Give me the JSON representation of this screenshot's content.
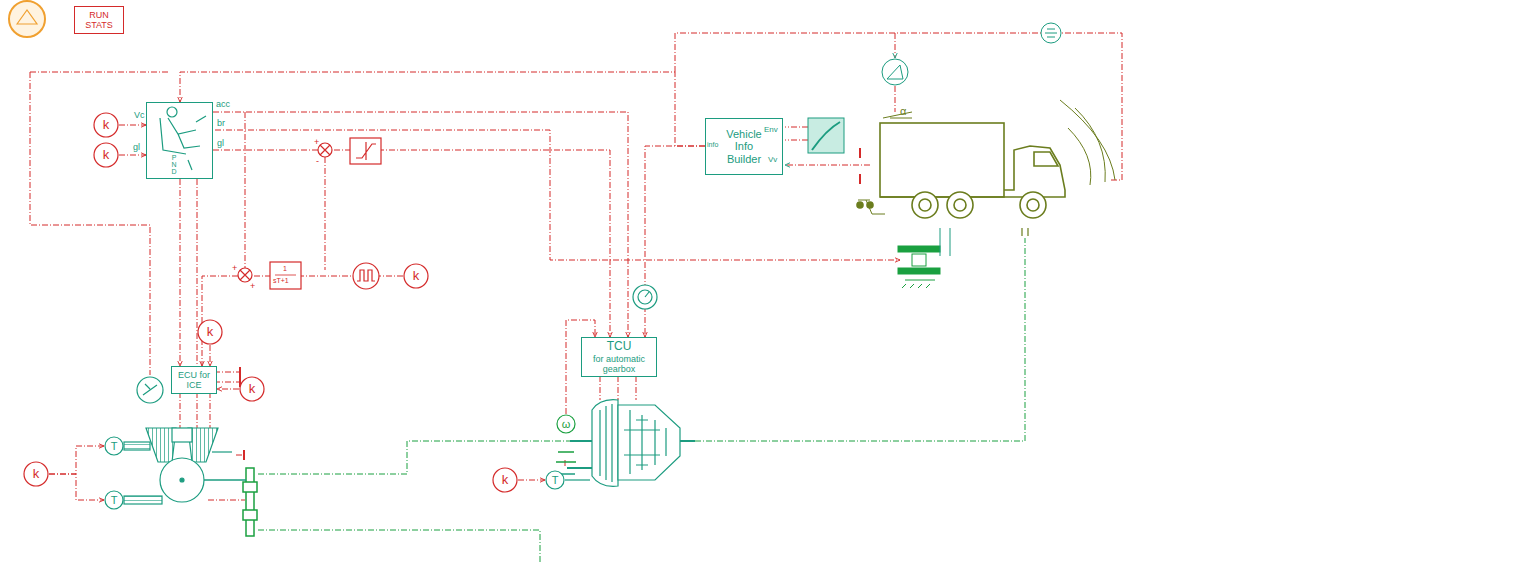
{
  "diagram": {
    "nodes": [
      {
        "text": [
          "RUN STATS"
        ]
      },
      {
        "text": [
          "k"
        ]
      },
      {
        "text": [
          "k"
        ]
      },
      {
        "text": [
          "P N D"
        ]
      },
      {
        "text": [
          "k"
        ]
      },
      {
        "text": [
          "ECU for ICE"
        ]
      },
      {
        "text": [
          "k"
        ]
      },
      {
        "text": [
          "k"
        ]
      },
      {
        "text": [
          "Vehicle Info Builder"
        ]
      },
      {
        "text": [
          "TCU",
          "for automatic gearbox"
        ]
      },
      {
        "text": [
          "k"
        ]
      },
      {
        "text": [
          "T"
        ]
      },
      {
        "text": [
          "T"
        ]
      },
      {
        "text": [
          "ω"
        ]
      },
      {
        "text": [
          "k"
        ]
      },
      {
        "text": [
          "T"
        ]
      }
    ],
    "edges": [
      {
        "from": 1,
        "to": 3,
        "arrow": "to"
      },
      {
        "from": 2,
        "to": 3,
        "arrow": "to"
      },
      {
        "from": 3,
        "to": 9,
        "arrow": "to"
      },
      {
        "from": 3,
        "to": 9,
        "arrow": "to"
      },
      {
        "from": 3,
        "to": 5,
        "arrow": "to"
      },
      {
        "from": 4,
        "to": 5,
        "arrow": "to"
      },
      {
        "from": 6,
        "to": 5,
        "arrow": "to"
      },
      {
        "from": 7,
        "to": 5,
        "arrow": "to"
      },
      {
        "from": 8,
        "to": 3,
        "arrow": "to"
      },
      {
        "from": 8,
        "to": 9,
        "arrow": "to"
      },
      {
        "from": 10,
        "to": 11,
        "arrow": "to"
      },
      {
        "from": 10,
        "to": 12,
        "arrow": "to"
      },
      {
        "from": 14,
        "to": 15,
        "arrow": "to"
      },
      {
        "from": 13,
        "to": 9,
        "arrow": "to"
      }
    ],
    "labels": [
      "Vc",
      "gl",
      "acc",
      "br",
      "gl",
      "info",
      "Env",
      "Vv",
      "α",
      "+",
      "-",
      "+",
      "+",
      "1",
      "sT+1"
    ]
  }
}
